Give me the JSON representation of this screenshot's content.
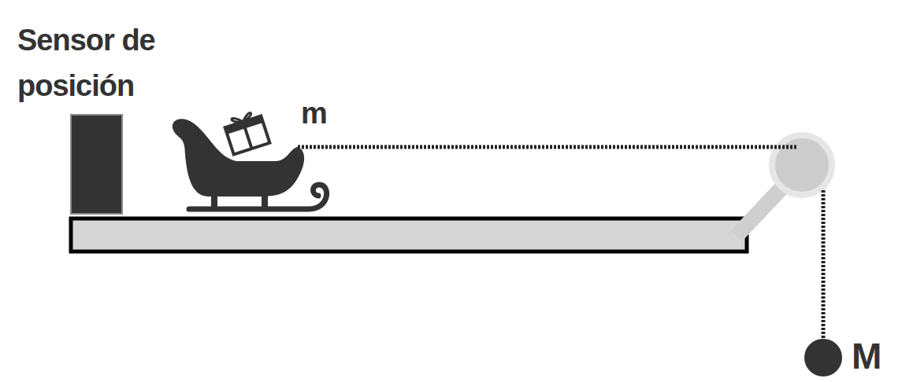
{
  "diagram": {
    "labels": [
      "Sensor de posición",
      "m",
      "M"
    ]
  }
}
